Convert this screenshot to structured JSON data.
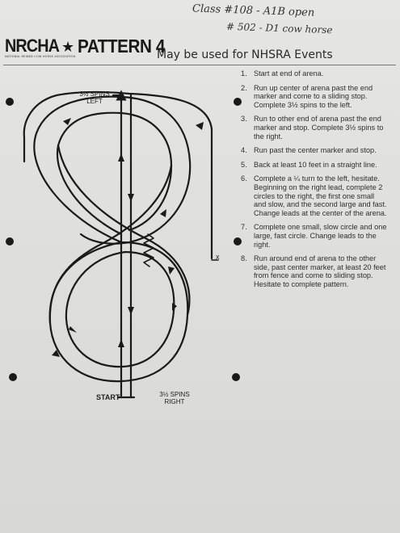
{
  "handwritten": {
    "line1": "Class #108 - A1B open",
    "line2": "# 502 - D1 cow horse"
  },
  "header": {
    "logo_text": "NRCHA",
    "logo_subtext": "NATIONAL REINED COW HORSE ASSOCIATION",
    "star": "★",
    "pattern_title": "PATTERN 4",
    "subtitle": "May be used for NHSRA Events"
  },
  "diagram": {
    "label_top": [
      "3½ SPINS",
      "LEFT"
    ],
    "label_start": "START",
    "label_bottom": [
      "3½ SPINS",
      "RIGHT"
    ],
    "marker_x": "x"
  },
  "steps": [
    {
      "num": "1.",
      "text": "Start at end of arena."
    },
    {
      "num": "2.",
      "text": "Run up center of arena past the end marker and come to a sliding stop. Complete 3½ spins to the left."
    },
    {
      "num": "3.",
      "text": "Run to other end of arena past the end marker and stop. Complete 3½ spins to the right."
    },
    {
      "num": "4.",
      "text": "Run past the center marker and stop."
    },
    {
      "num": "5.",
      "text": "Back at least 10 feet in a straight line."
    },
    {
      "num": "6.",
      "text": "Complete a ¼ turn to the left, hesitate. Beginning on the right lead, complete 2 circles to the right, the first one small and slow, and the second large and fast. Change leads at the center of the arena."
    },
    {
      "num": "7.",
      "text": "Complete one small, slow circle and one large, fast circle. Change leads to the right."
    },
    {
      "num": "8.",
      "text": "Run around end of arena to the other side, past center marker, at least 20 feet from fence and come to sliding stop. Hesitate to complete pattern."
    }
  ]
}
